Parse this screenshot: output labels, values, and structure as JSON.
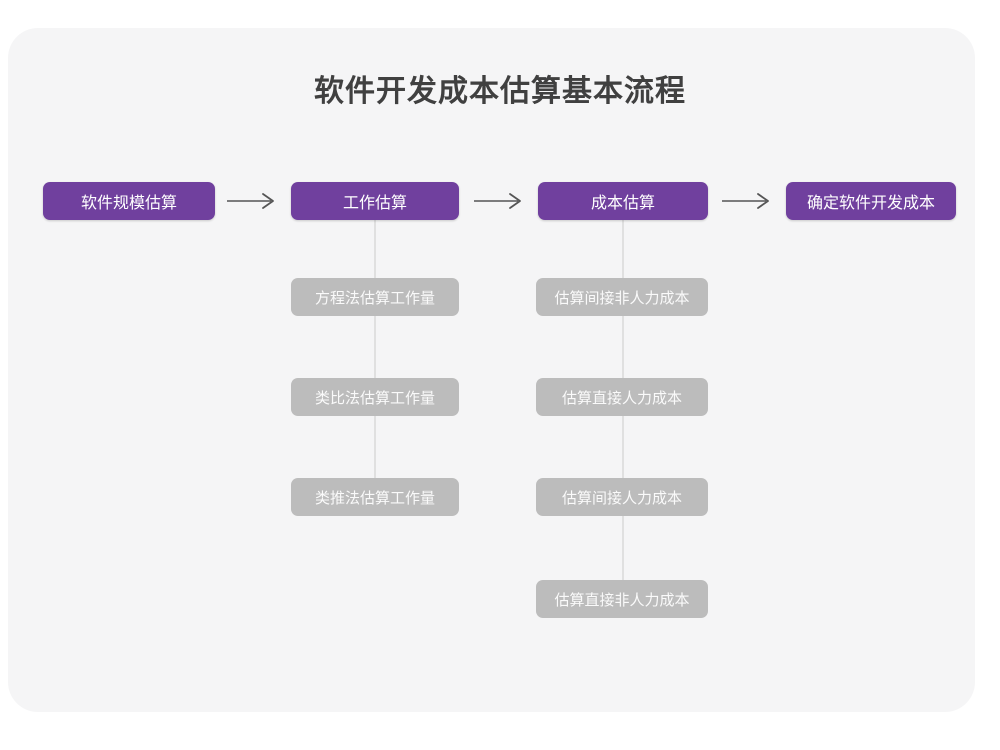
{
  "theme": {
    "page_background": "#ffffff",
    "card_background": "#f5f5f6",
    "primary_color": "#70409e",
    "secondary_color": "#bcbcbc",
    "title_color": "#404040",
    "connector_color": "#e0e0e0",
    "arrow_color": "#555555"
  },
  "diagram": {
    "type": "flowchart",
    "title": "软件开发成本估算基本流程",
    "stages": [
      {
        "label": "软件规模估算",
        "substeps": []
      },
      {
        "label": "工作估算",
        "substeps": [
          "方程法估算工作量",
          "类比法估算工作量",
          "类推法估算工作量"
        ]
      },
      {
        "label": "成本估算",
        "substeps": [
          "估算间接非人力成本",
          "估算直接人力成本",
          "估算间接人力成本",
          "估算直接非人力成本"
        ]
      },
      {
        "label": "确定软件开发成本",
        "substeps": []
      }
    ],
    "arrows": [
      {
        "name": "arrow-stage1-to-stage2"
      },
      {
        "name": "arrow-stage2-to-stage3"
      },
      {
        "name": "arrow-stage3-to-stage4"
      }
    ]
  }
}
